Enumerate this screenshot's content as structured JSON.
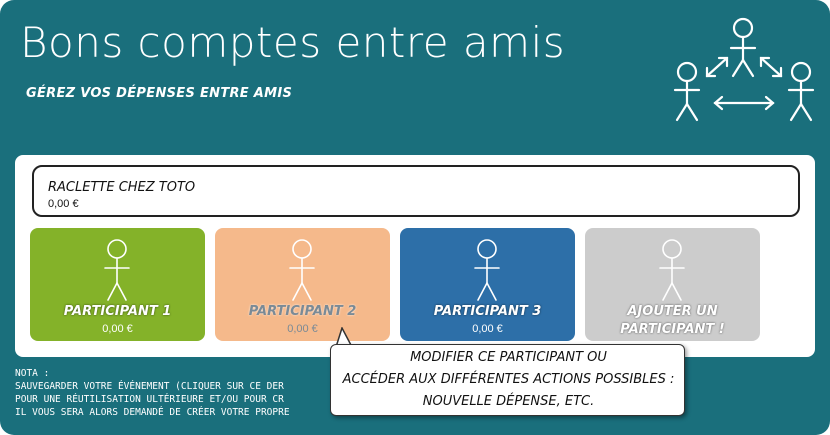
{
  "header": {
    "title": "Bons comptes entre amis",
    "subtitle": "Gérez vos dépenses entre amis",
    "logo_icon": "three-people-exchange-icon"
  },
  "event": {
    "name": "Raclette chez Toto",
    "total": "0,00 €"
  },
  "participants": [
    {
      "label": "Participant 1",
      "amount": "0,00 €",
      "color": "#84b229"
    },
    {
      "label": "Participant 2",
      "amount": "0,00 €",
      "color": "#f5b98b"
    },
    {
      "label": "Participant 3",
      "amount": "0,00 €",
      "color": "#2d6fa8"
    }
  ],
  "add_participant": {
    "line1": "Ajouter un",
    "line2": "participant !",
    "color": "#cccccc"
  },
  "note": {
    "heading": "NOTA :",
    "line1": "SAUVEGARDER VOTRE ÉVÉNEMENT (CLIQUER SUR CE DER",
    "line2": "POUR UNE RÉUTILISATION ULTÉRIEURE ET/OU POUR CR",
    "line3": "IL VOUS SERA ALORS DEMANDÉ DE CRÉER VOTRE PROPRE"
  },
  "tooltip": {
    "line1": "Modifier ce participant ou",
    "line2": "accéder aux différentes actions possibles :",
    "line3": "nouvelle dépense, etc."
  },
  "colors": {
    "background": "#1a6f7c",
    "panel": "#ffffff"
  }
}
